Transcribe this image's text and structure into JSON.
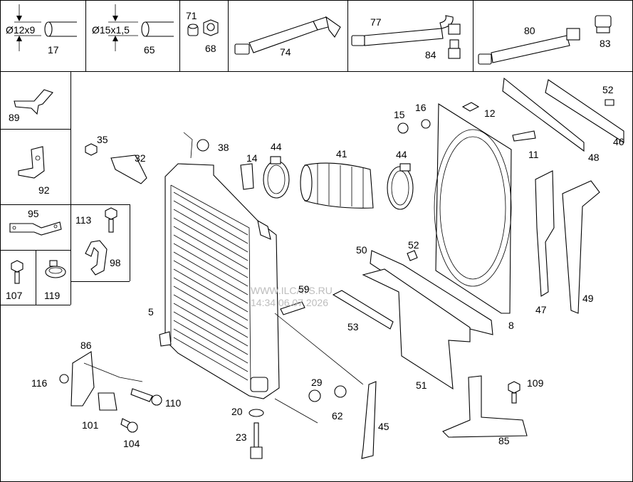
{
  "header_cells": [
    {
      "id": "c1",
      "dim": "Ø12x9",
      "num": "17"
    },
    {
      "id": "c2",
      "dim": "Ø15x1,5",
      "num": "65"
    },
    {
      "id": "c3",
      "nums": [
        "71",
        "68"
      ]
    },
    {
      "id": "c4",
      "num": "74"
    },
    {
      "id": "c5",
      "nums": [
        "77",
        "84"
      ]
    },
    {
      "id": "c6",
      "nums": [
        "80",
        "83"
      ]
    }
  ],
  "left_cells": [
    "89",
    "92",
    "95",
    "113",
    "98",
    "107",
    "119"
  ],
  "callouts": [
    "35",
    "32",
    "38",
    "14",
    "44",
    "41",
    "44",
    "15",
    "16",
    "12",
    "52",
    "46",
    "11",
    "48",
    "50",
    "52",
    "47",
    "49",
    "59",
    "53",
    "8",
    "5",
    "51",
    "86",
    "116",
    "110",
    "29",
    "62",
    "20",
    "101",
    "104",
    "23",
    "45",
    "109",
    "85"
  ],
  "watermark": {
    "line1": "WWW.ILCATS.RU",
    "line2": "14:34 06.07.2026"
  }
}
